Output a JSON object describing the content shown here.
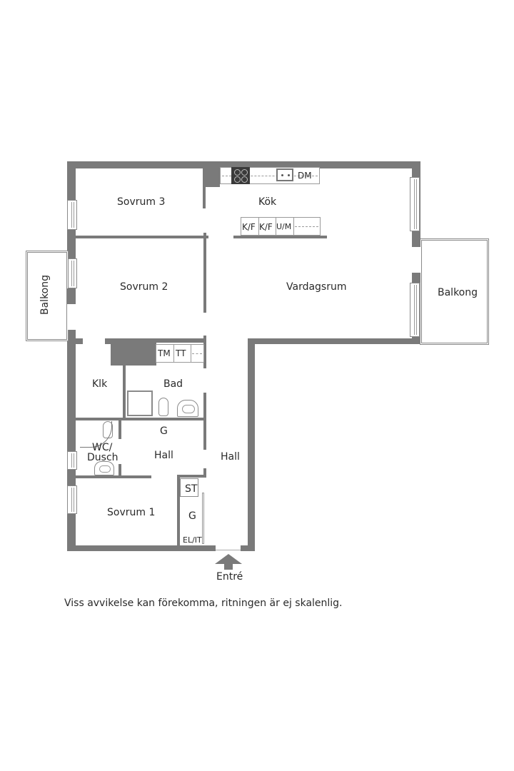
{
  "floorplan": {
    "rooms": {
      "sovrum3": "Sovrum 3",
      "kok": "Kök",
      "sovrum2": "Sovrum 2",
      "vardagsrum": "Vardagsrum",
      "balkong_left": "Balkong",
      "balkong_right": "Balkong",
      "klk": "Klk",
      "bad": "Bad",
      "g_hall": "G",
      "wc_dusch_line1": "WC/",
      "wc_dusch_line2": "Dusch",
      "hall_left": "Hall",
      "hall_right": "Hall",
      "sovrum1": "Sovrum 1",
      "st": "ST",
      "g_closet": "G",
      "el_it": "EL/IT"
    },
    "fixtures": {
      "dm": "DM",
      "kf1": "K/F",
      "kf2": "K/F",
      "um": "U/M",
      "tm": "TM",
      "tt": "TT"
    },
    "entrance_label": "Entré",
    "disclaimer": "Viss avvikelse kan förekomma, ritningen är ej skalenlig.",
    "colors": {
      "wall": "#7a7a7a",
      "background": "#ffffff",
      "text": "#2a2a2a"
    }
  }
}
